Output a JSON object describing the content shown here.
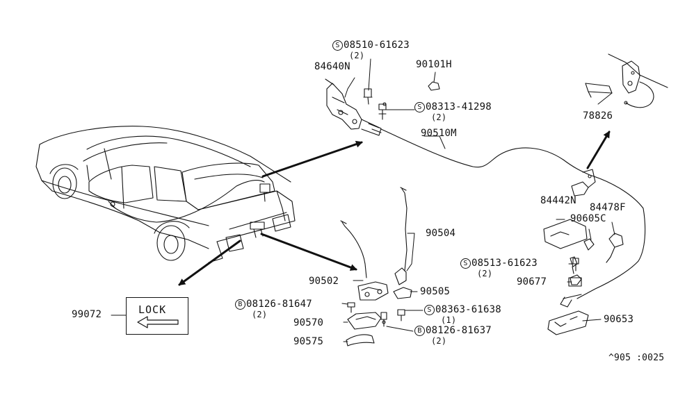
{
  "colors": {
    "line": "#111111",
    "background": "#ffffff"
  },
  "parts": {
    "p84640n": "84640N",
    "screw_08510": {
      "badge": "S",
      "number": "08510-61623",
      "qty": "(2)"
    },
    "p90101h": "90101H",
    "screw_08313": {
      "badge": "S",
      "number": "08313-41298",
      "qty": "(2)"
    },
    "p90510m": "90510M",
    "p78826": "78826",
    "p84442n": "84442N",
    "p84478f": "84478F",
    "p90605c": "90605C",
    "p90504": "90504",
    "screw_08513": {
      "badge": "S",
      "number": "08513-61623",
      "qty": "(2)"
    },
    "p90677": "90677",
    "p90502": "90502",
    "p90505": "90505",
    "bolt_08126a": {
      "badge": "B",
      "number": "08126-81647",
      "qty": "(2)"
    },
    "screw_08363": {
      "badge": "S",
      "number": "08363-61638",
      "qty": "(1)"
    },
    "p99072": "99072",
    "p90570": "90570",
    "bolt_08126b": {
      "badge": "B",
      "number": "08126-81637",
      "qty": "(2)"
    },
    "p90575": "90575",
    "p90653": "90653"
  },
  "lock_label": {
    "text": "LOCK"
  },
  "diagram_code": "^905 :0025"
}
